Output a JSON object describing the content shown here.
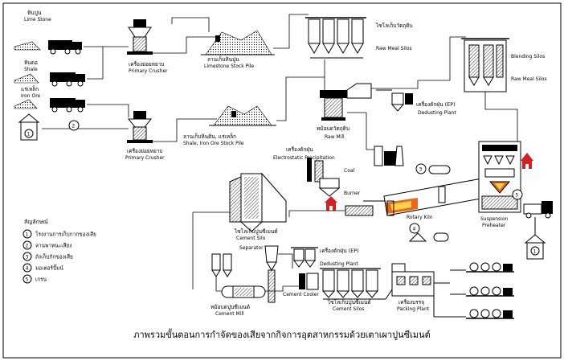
{
  "labels": {
    "limestone_th": "หินปูน",
    "limestone_en": "Lime Stone",
    "shale_th": "หินดอ",
    "shale_en": "Shale",
    "ironore_th": "แร่เหล็ก",
    "ironore_en": "Iron Ore",
    "primary_crusher_1_th": "เครื่องย่อยหยาบ",
    "primary_crusher_1_en": "Primary Crusher",
    "primary_crusher_2_th": "เครื่องย่อยหยาบ",
    "primary_crusher_2_en": "Primary Crusher",
    "limestone_pile_th": "ลานเก็บหินปูน",
    "limestone_pile_en": "Limestone Stock Pile",
    "shale_pile_th": "ลานเก็บหินดิน, แร่เหล็ก",
    "shale_pile_en": "Shale, Iron Ore Stock Pile",
    "raw_meal_silos_th": "ไซโลเก็บวัตถุดิบ",
    "raw_meal_silos_en": "Raw Meal Silos",
    "dedusting_plant_1_th": "เครื่องดักฝุ่น (EP)",
    "dedusting_plant_1_en": "Dedusting Plant",
    "raw_mill_th": "หม้อบดวัตถุดิบ",
    "raw_mill_en": "Raw Mill",
    "blending_silos_en": "Blending Silos",
    "raw_meal_silos_2_en": "Raw Meal Silos",
    "ep_th": "เครื่องดักฝุ่น",
    "ep_en": "Electrostatic Precipitation",
    "coal_en": "Coal",
    "burner_en": "Burner",
    "rotary_kiln_en": "Rotary Kiln",
    "suspension_preheater_1": "Suspension",
    "suspension_preheater_2": "Preheater",
    "cement_silo_th": "ไซโลเก็บปูนซีเมนต์",
    "cement_silo_en": "Cement Silo",
    "separator_en": "Separator",
    "cement_mill_th": "หม้อบดปูนซีเมนต์",
    "cement_mill_en": "Cement Mill",
    "dedusting_plant_2_th": "เครื่องดักฝุ่น (EP)",
    "dedusting_plant_2_en": "Dedusting Plant",
    "cement_cooler_en": "Cement Cooler",
    "cement_silos_th": "ไซโลเก็บปูนซีเมนต์",
    "cement_silos_en": "Cement Silos",
    "packing_plant_th": "เครื่องบรรจุ",
    "packing_plant_en": "Packing Plant"
  },
  "markers": {
    "m1": "1",
    "m2": "2",
    "m3": "3",
    "m4": "4",
    "m5": "5",
    "m1b": "1"
  },
  "legend": {
    "title": "สัญลักษณ์",
    "items": [
      {
        "num": "1",
        "text": "โรงงานการเก็บกากของเสีย"
      },
      {
        "num": "2",
        "text": "ลานพาหนะเสียง"
      },
      {
        "num": "3",
        "text": "ถังเก็บกักของเสีย"
      },
      {
        "num": "4",
        "text": "มอเตอร์ปั๊มน์"
      },
      {
        "num": "5",
        "text": "เกรน"
      }
    ]
  },
  "caption": "ภาพรวมขั้นตอนการกำจัดของเสียจากกิจการอุตสาหกรรมด้วยเตาเผาปูนซีเมนต์",
  "colors": {
    "flame": "#e8691e",
    "flame_core": "#ffd34a",
    "house": "#d42020",
    "ink": "#000000"
  }
}
